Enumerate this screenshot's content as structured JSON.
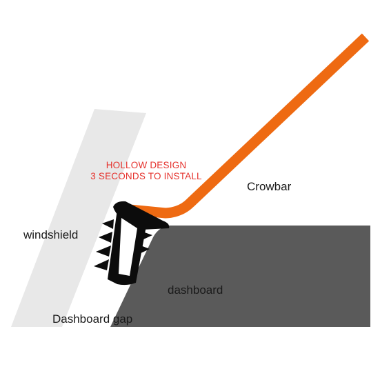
{
  "callout": {
    "line1": "HOLLOW DESIGN",
    "line2": "3 SECONDS TO INSTALL",
    "color": "#e5322d"
  },
  "labels": {
    "windshield": "windshield",
    "crowbar": "Crowbar",
    "dashboard": "dashboard",
    "dashboard_gap": "Dashboard gap"
  },
  "colors": {
    "windshield": "#e8e8e8",
    "dashboard": "#5a5a5a",
    "crowbar": "#ee6a12",
    "seal": "#0c0c0c",
    "label_text": "#1a1a1a"
  }
}
